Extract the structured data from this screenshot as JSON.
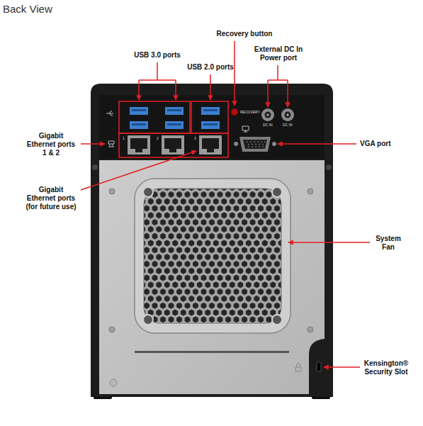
{
  "diagram": {
    "title": "Back View",
    "labels": [
      "Recovery button",
      "USB 3.0 ports",
      "USB 2.0 ports",
      "External DC In Power port",
      "Gigabit Ethernet ports 1 & 2",
      "VGA port",
      "Gigabit Ethernet ports (for future use)",
      "System Fan",
      "Kensington® Security Slot",
      "RECOVERY",
      "1",
      "2",
      "3",
      "DC IN",
      "DC IN"
    ]
  }
}
